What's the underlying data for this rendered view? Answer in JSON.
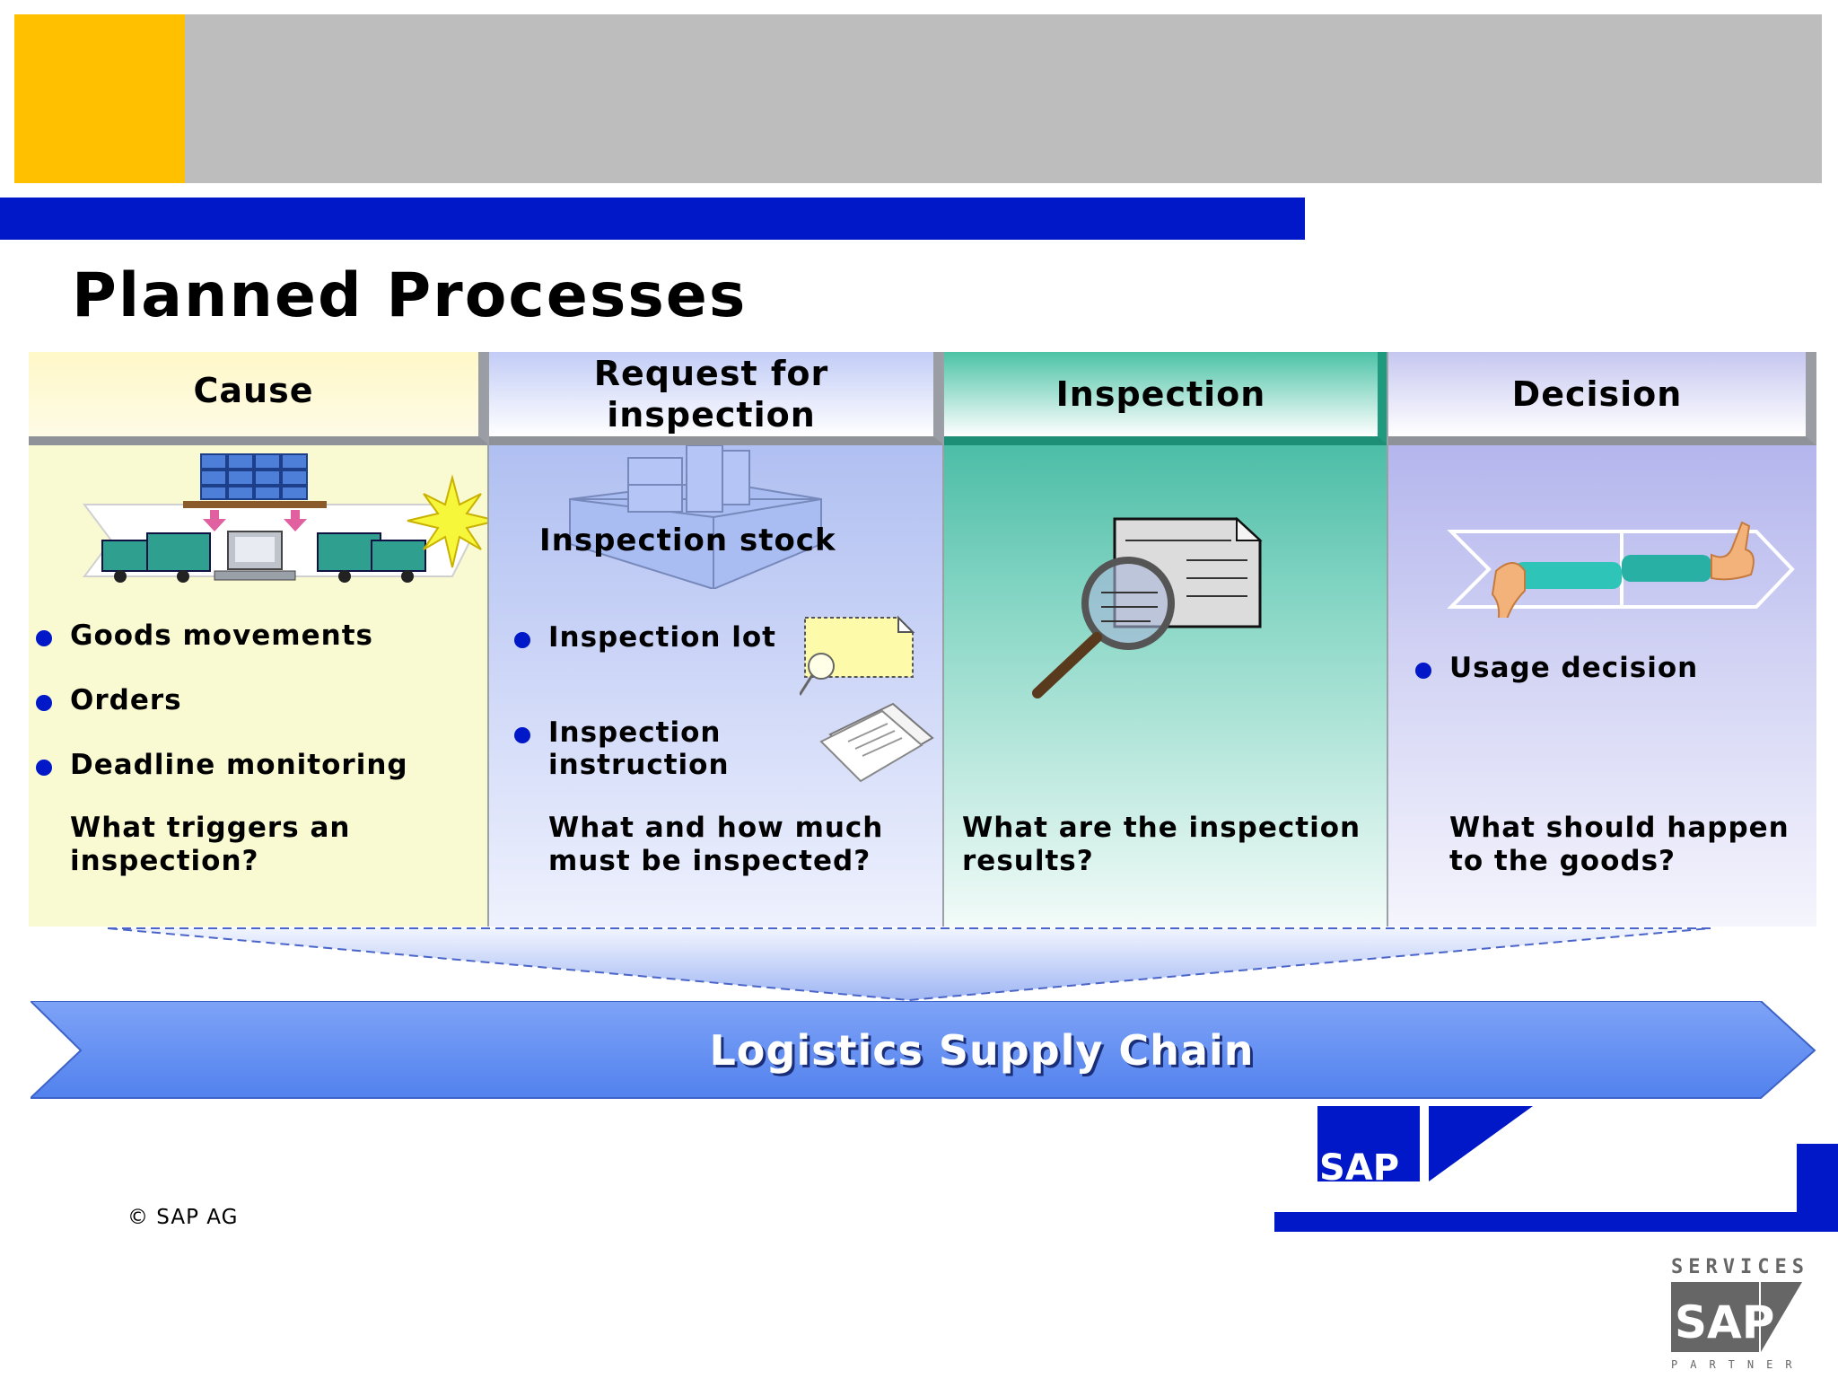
{
  "slide": {
    "title": "Planned Processes",
    "copyright": "© SAP AG"
  },
  "columns": {
    "cause": {
      "header": "Cause",
      "bullets": [
        "Goods movements",
        "Orders",
        "Deadline monitoring"
      ],
      "question": [
        "What triggers an",
        "inspection?"
      ]
    },
    "request": {
      "header": [
        "Request for",
        "inspection"
      ],
      "stock_label": "Inspection stock",
      "bullets": [
        "Inspection lot",
        "Inspection",
        "instruction"
      ],
      "question": [
        "What and how much",
        "must be inspected?"
      ]
    },
    "inspection": {
      "header": "Inspection",
      "question": [
        "What are the inspection",
        "results?"
      ]
    },
    "decision": {
      "header": "Decision",
      "bullets": [
        "Usage decision"
      ],
      "question": [
        "What should happen",
        "to the goods?"
      ]
    }
  },
  "supply_chain": {
    "label": "Logistics Supply Chain"
  },
  "logos": {
    "sap": "SAP",
    "services_top": "SERVICES",
    "services_sap": "SAP",
    "services_bottom": "PARTNER"
  },
  "colors": {
    "accent_blue": "#0018c8",
    "yellow": "#ffc000",
    "arrow_blue": "#5e8cf2",
    "inspection_teal": "#2aaf95"
  }
}
